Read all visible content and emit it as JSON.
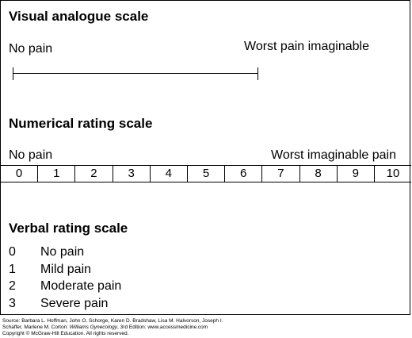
{
  "visual_analogue": {
    "heading": "Visual analogue scale",
    "left_anchor": "No pain",
    "right_anchor": "Worst pain imaginable"
  },
  "numerical": {
    "heading": "Numerical rating scale",
    "left_anchor": "No pain",
    "right_anchor": "Worst imaginable pain",
    "values": [
      "0",
      "1",
      "2",
      "3",
      "4",
      "5",
      "6",
      "7",
      "8",
      "9",
      "10"
    ]
  },
  "verbal": {
    "heading": "Verbal rating scale",
    "items": [
      {
        "num": "0",
        "label": "No pain"
      },
      {
        "num": "1",
        "label": "Mild pain"
      },
      {
        "num": "2",
        "label": "Moderate pain"
      },
      {
        "num": "3",
        "label": "Severe pain"
      }
    ]
  },
  "caption": {
    "line1": "Source: Barbara L. Hoffman, John O. Schorge, Karen D. Bradshaw, Lisa M. Halvorson, Joseph I.",
    "line2_prefix": "Schaffer, Marlene M. Corton: ",
    "line2_title": "Williams Gynecology",
    "line2_suffix": ", 3rd Edition: www.accessmedicine.com",
    "line3": "Copyright © McGraw-Hill Education. All rights reserved."
  }
}
